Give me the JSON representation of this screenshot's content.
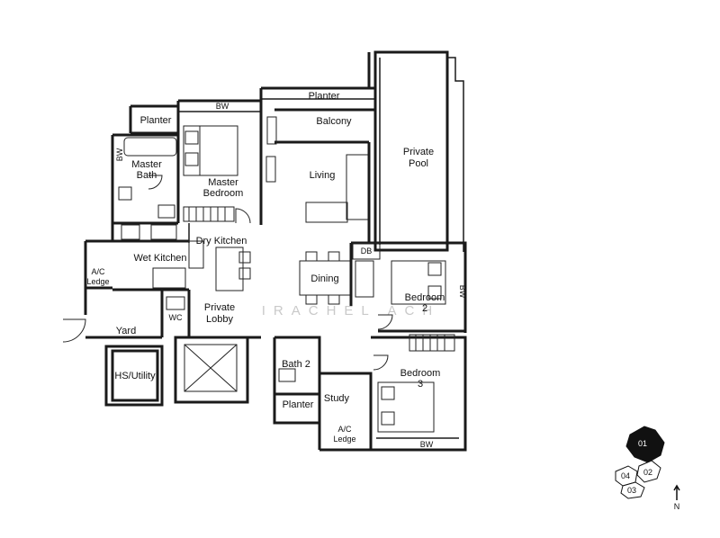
{
  "rooms": {
    "planter_top": "Planter",
    "bw_top": "BW",
    "planter_balcony": "Planter",
    "balcony": "Balcony",
    "private_pool_l1": "Private",
    "private_pool_l2": "Pool",
    "master_bath_l1": "Master",
    "master_bath_l2": "Bath",
    "bw_left": "BW",
    "master_bedroom_l1": "Master",
    "master_bedroom_l2": "Bedroom",
    "living": "Living",
    "dry_kitchen": "Dry Kitchen",
    "wet_kitchen": "Wet Kitchen",
    "ac_ledge_left_l1": "A/C",
    "ac_ledge_left_l2": "Ledge",
    "dining": "Dining",
    "db": "DB",
    "bedroom2_l1": "Bedroom",
    "bedroom2_l2": "2",
    "bw_right": "BW",
    "wc": "WC",
    "private_lobby_l1": "Private",
    "private_lobby_l2": "Lobby",
    "yard": "Yard",
    "hs_utility": "HS/Utility",
    "bath2": "Bath 2",
    "planter_bottom": "Planter",
    "study": "Study",
    "bedroom3_l1": "Bedroom",
    "bedroom3_l2": "3",
    "ac_ledge_bottom_l1": "A/C",
    "ac_ledge_bottom_l2": "Ledge",
    "bw_bottom": "BW"
  },
  "watermark": "IRACHEL ACH",
  "keyplan": {
    "unit_01": "01",
    "unit_02": "02",
    "unit_03": "03",
    "unit_04": "04",
    "north": "N"
  }
}
